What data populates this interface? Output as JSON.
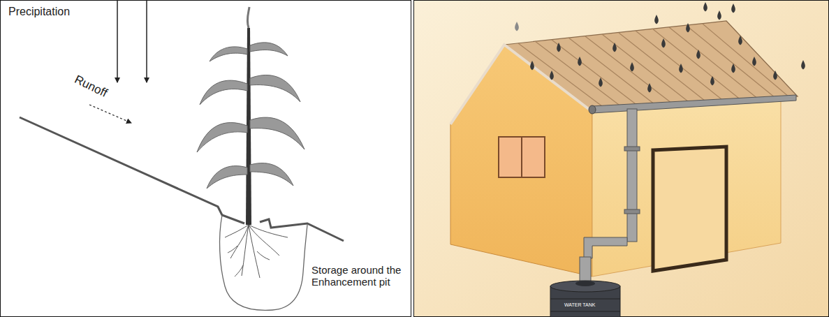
{
  "diagram": {
    "labels": [
      "Precipitation",
      "Runoff",
      "Storage around the Enhancement pit",
      "WATER TANK"
    ]
  }
}
